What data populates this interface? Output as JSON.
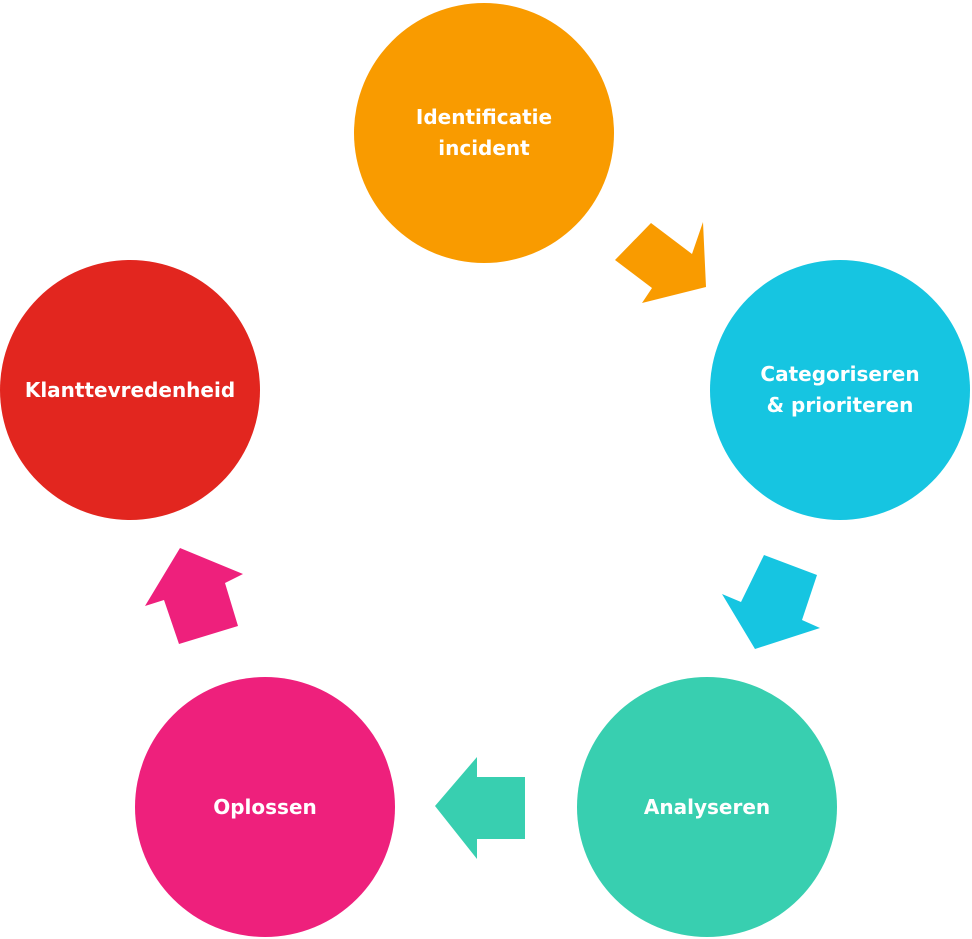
{
  "diagram": {
    "type": "cycle",
    "steps": [
      {
        "id": "identificatie",
        "label": "Identificatie\nincident",
        "color": "#F99B00"
      },
      {
        "id": "categoriseren",
        "label": "Categoriseren\n& prioriteren",
        "color": "#16C5E1"
      },
      {
        "id": "analyseren",
        "label": "Analyseren",
        "color": "#38CFB0"
      },
      {
        "id": "oplossen",
        "label": "Oplossen",
        "color": "#EE207C"
      },
      {
        "id": "klanttevredenheid",
        "label": "Klanttevredenheid",
        "color": "#E2261F"
      }
    ],
    "arrows": [
      {
        "from": "identificatie",
        "to": "categoriseren",
        "color": "#F99B00"
      },
      {
        "from": "categoriseren",
        "to": "analyseren",
        "color": "#16C5E1"
      },
      {
        "from": "analyseren",
        "to": "oplossen",
        "color": "#38CFB0"
      },
      {
        "from": "oplossen",
        "to": "klanttevredenheid",
        "color": "#EE207C"
      }
    ]
  }
}
